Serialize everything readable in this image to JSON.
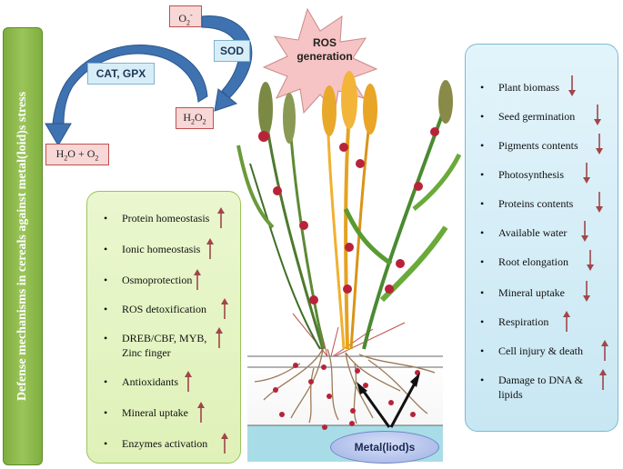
{
  "side_banner": "Defense mechanisms in cereals against metal(loid)s stress",
  "ros": {
    "line1": "ROS",
    "line2": "generation"
  },
  "species": {
    "superoxide": "O",
    "superoxide_sub": "2",
    "superoxide_sup": "-",
    "peroxide_a": "H",
    "peroxide_b": "2",
    "peroxide_c": "O",
    "peroxide_d": "2",
    "water_a": "H",
    "water_b": "2",
    "water_c": "O + O",
    "water_d": "2"
  },
  "enzymes": {
    "sod": "SOD",
    "cat_gpx": "CAT, GPX"
  },
  "defense_list": [
    {
      "label": "Protein homeostasis",
      "dir": "up"
    },
    {
      "label": "Ionic homeostasis",
      "dir": "up"
    },
    {
      "label": "Osmoprotection",
      "dir": "up"
    },
    {
      "label": "ROS detoxification",
      "dir": "up"
    },
    {
      "label": "DREB/CBF, MYB,",
      "label2": "Zinc finger",
      "dir": "up"
    },
    {
      "label": "Antioxidants",
      "dir": "up"
    },
    {
      "label": "Mineral uptake",
      "dir": "up"
    },
    {
      "label": "Enzymes activation",
      "dir": "up"
    }
  ],
  "effects_list": [
    {
      "label": "Plant biomass",
      "dir": "down"
    },
    {
      "label": "Seed germination",
      "dir": "down"
    },
    {
      "label": "Pigments contents",
      "dir": "down"
    },
    {
      "label": "Photosynthesis",
      "dir": "down"
    },
    {
      "label": "Proteins contents",
      "dir": "down"
    },
    {
      "label": "Available water",
      "dir": "down"
    },
    {
      "label": "Root elongation",
      "dir": "down"
    },
    {
      "label": "Mineral uptake",
      "dir": "down"
    },
    {
      "label": "Respiration",
      "dir": "up"
    },
    {
      "label": "Cell injury & death",
      "dir": "up"
    },
    {
      "label": "Damage to DNA &",
      "label2": "lipids",
      "dir": "up"
    }
  ],
  "metal_label": "Metal(liod)s",
  "colors": {
    "banner": "#8fbb4c",
    "arrow": "#a0464a",
    "cycle_arrow": "#3f72b0",
    "ros_star": "#f6c4c4"
  }
}
